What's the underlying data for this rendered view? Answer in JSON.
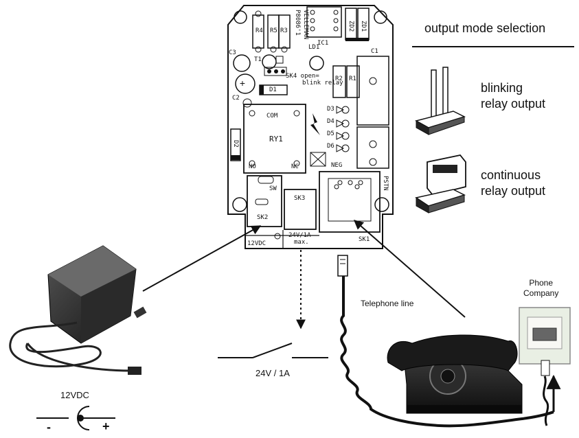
{
  "labels": {
    "mode_title": "output mode selection",
    "blinking_line1": "blinking",
    "blinking_line2": "relay output",
    "continuous_line1": "continuous",
    "continuous_line2": "relay output",
    "telephone_line": "Telephone line",
    "phone_company_line1": "Phone",
    "phone_company_line2": "Company",
    "relay_rating": "24V / 1A",
    "power_rating": "12VDC",
    "polarity_minus": "-",
    "polarity_plus": "+"
  },
  "pcb": {
    "brand": "VELLEMAN",
    "model": "P8086'1",
    "r4": "R4",
    "r5": "R5",
    "r3": "R3",
    "r2": "R2",
    "r1": "R1",
    "ic1": "IC1",
    "zd2": "ZD2",
    "zd1": "ZD1",
    "ld1": "LD1",
    "t1": "T1",
    "c3": "C3",
    "c2": "C2",
    "c1": "C1",
    "d1": "D1",
    "d2": "D2",
    "d3": "D3",
    "d4": "D4",
    "d5": "D5",
    "d6": "D6",
    "ry1": "RY1",
    "com": "COM",
    "nc": "NC",
    "no": "NO",
    "sk4_note": "SK4 open=",
    "blink_relay": "blink relay",
    "sk2": "SK2",
    "sk3": "SK3",
    "sk1": "SK1",
    "pstn": "PSTN",
    "sw": "SW",
    "pcb_12vdc": "12VDC",
    "pcb_24v": "24V/1A",
    "pcb_max": "max.",
    "neg": "NEG"
  },
  "colors": {
    "ink": "#111111",
    "board_fill": "#ffffff",
    "device_dark": "#1c1c1c",
    "wallplate": "#e9efe4"
  }
}
